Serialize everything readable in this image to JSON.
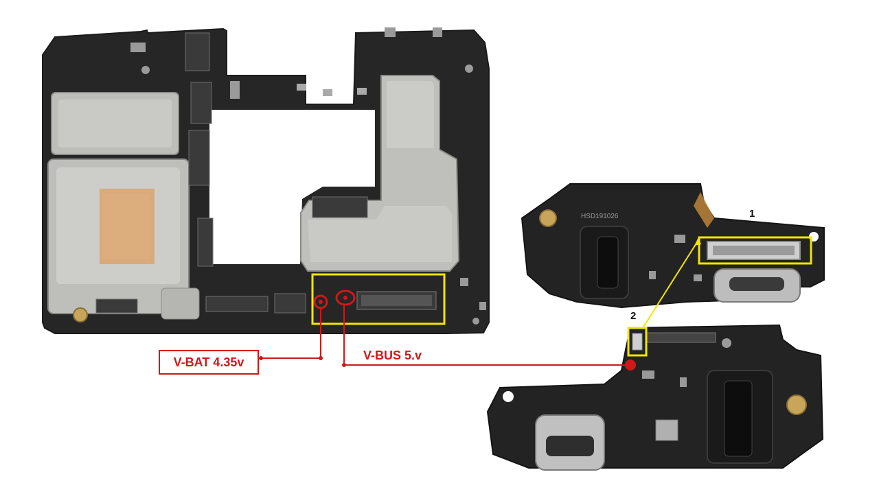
{
  "labels": {
    "vbat": "V-BAT 4.35v",
    "vbus": "V-BUS 5.v",
    "marker_1": "1",
    "marker_2": "2",
    "board_code": "HSD191026"
  },
  "colors": {
    "pcb": "#262626",
    "pcb_dark": "#1a1a1a",
    "shield": "#b9b9b6",
    "copper": "#d9a36e",
    "highlight_yellow": "#f2e600",
    "signal_red": "#d01818"
  }
}
